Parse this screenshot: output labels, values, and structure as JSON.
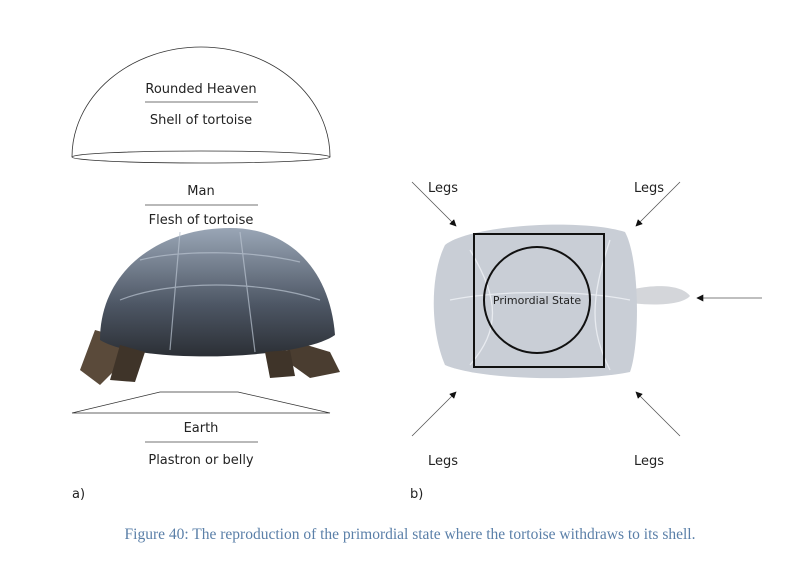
{
  "panel_a": {
    "heaven": "Rounded Heaven",
    "shell": "Shell of tortoise",
    "man": "Man",
    "flesh": "Flesh of tortoise",
    "earth": "Earth",
    "plastron": "Plastron or belly",
    "label": "a)"
  },
  "panel_b": {
    "legs_top_left": "Legs",
    "legs_top_right": "Legs",
    "legs_bottom_left": "Legs",
    "legs_bottom_right": "Legs",
    "center": "Primordial State",
    "label": "b)"
  },
  "caption": "Figure 40: The reproduction of the primordial state where the tortoise withdraws to its shell.",
  "colors": {
    "caption": "#5a7fa8",
    "text": "#222222"
  }
}
